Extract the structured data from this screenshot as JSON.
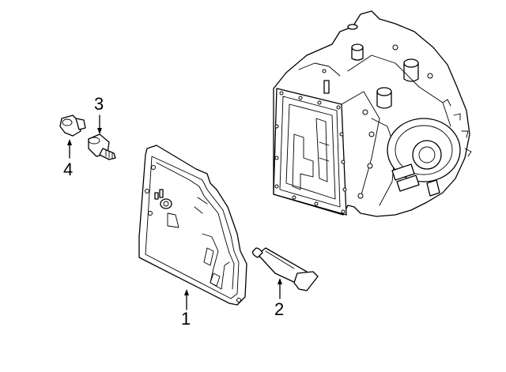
{
  "callouts": {
    "c1": "1",
    "c2": "2",
    "c3": "3",
    "c4": "4"
  },
  "parts": [
    {
      "number": "1",
      "icon": "transmission-oil-pan"
    },
    {
      "number": "2",
      "icon": "sealant-tube"
    },
    {
      "number": "3",
      "icon": "drain-plug"
    },
    {
      "number": "4",
      "icon": "fill-plug"
    },
    {
      "number": "",
      "icon": "transaxle-assembly"
    }
  ],
  "colors": {
    "line": "#000000",
    "background": "#ffffff"
  }
}
